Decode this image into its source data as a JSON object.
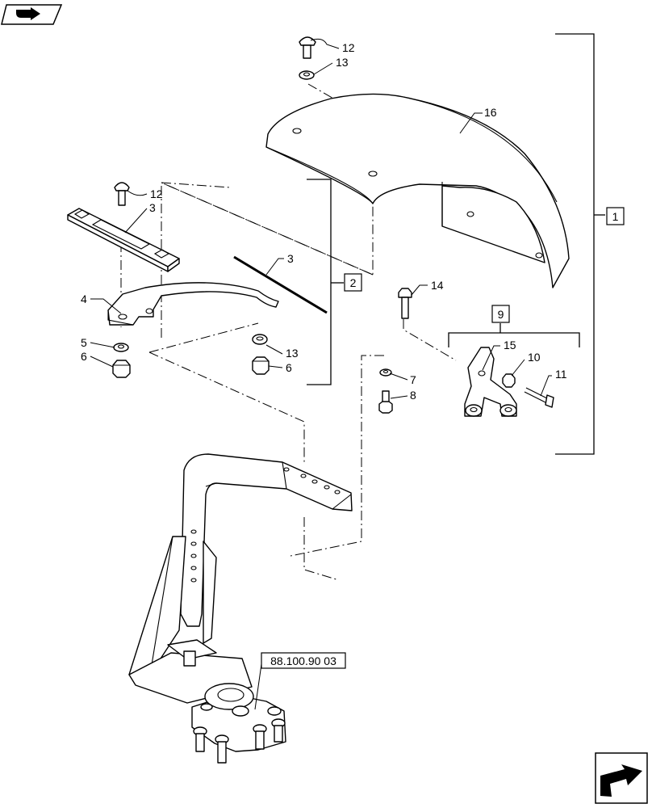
{
  "callouts": {
    "c12a": "12",
    "c13a": "13",
    "c16": "16",
    "c12b": "12",
    "c3a": "3",
    "c3b": "3",
    "c4": "4",
    "c5": "5",
    "c6a": "6",
    "c13b": "13",
    "c6b": "6",
    "c14": "14",
    "c15": "15",
    "c10": "10",
    "c11": "11",
    "c7": "7",
    "c8": "8"
  },
  "assemblies": {
    "a1": "1",
    "a2": "2",
    "a9": "9"
  },
  "reference": "88.100.90 03",
  "icons": {
    "top_left": "book-arrow-icon",
    "bottom_right": "next-page-arrow-icon"
  }
}
